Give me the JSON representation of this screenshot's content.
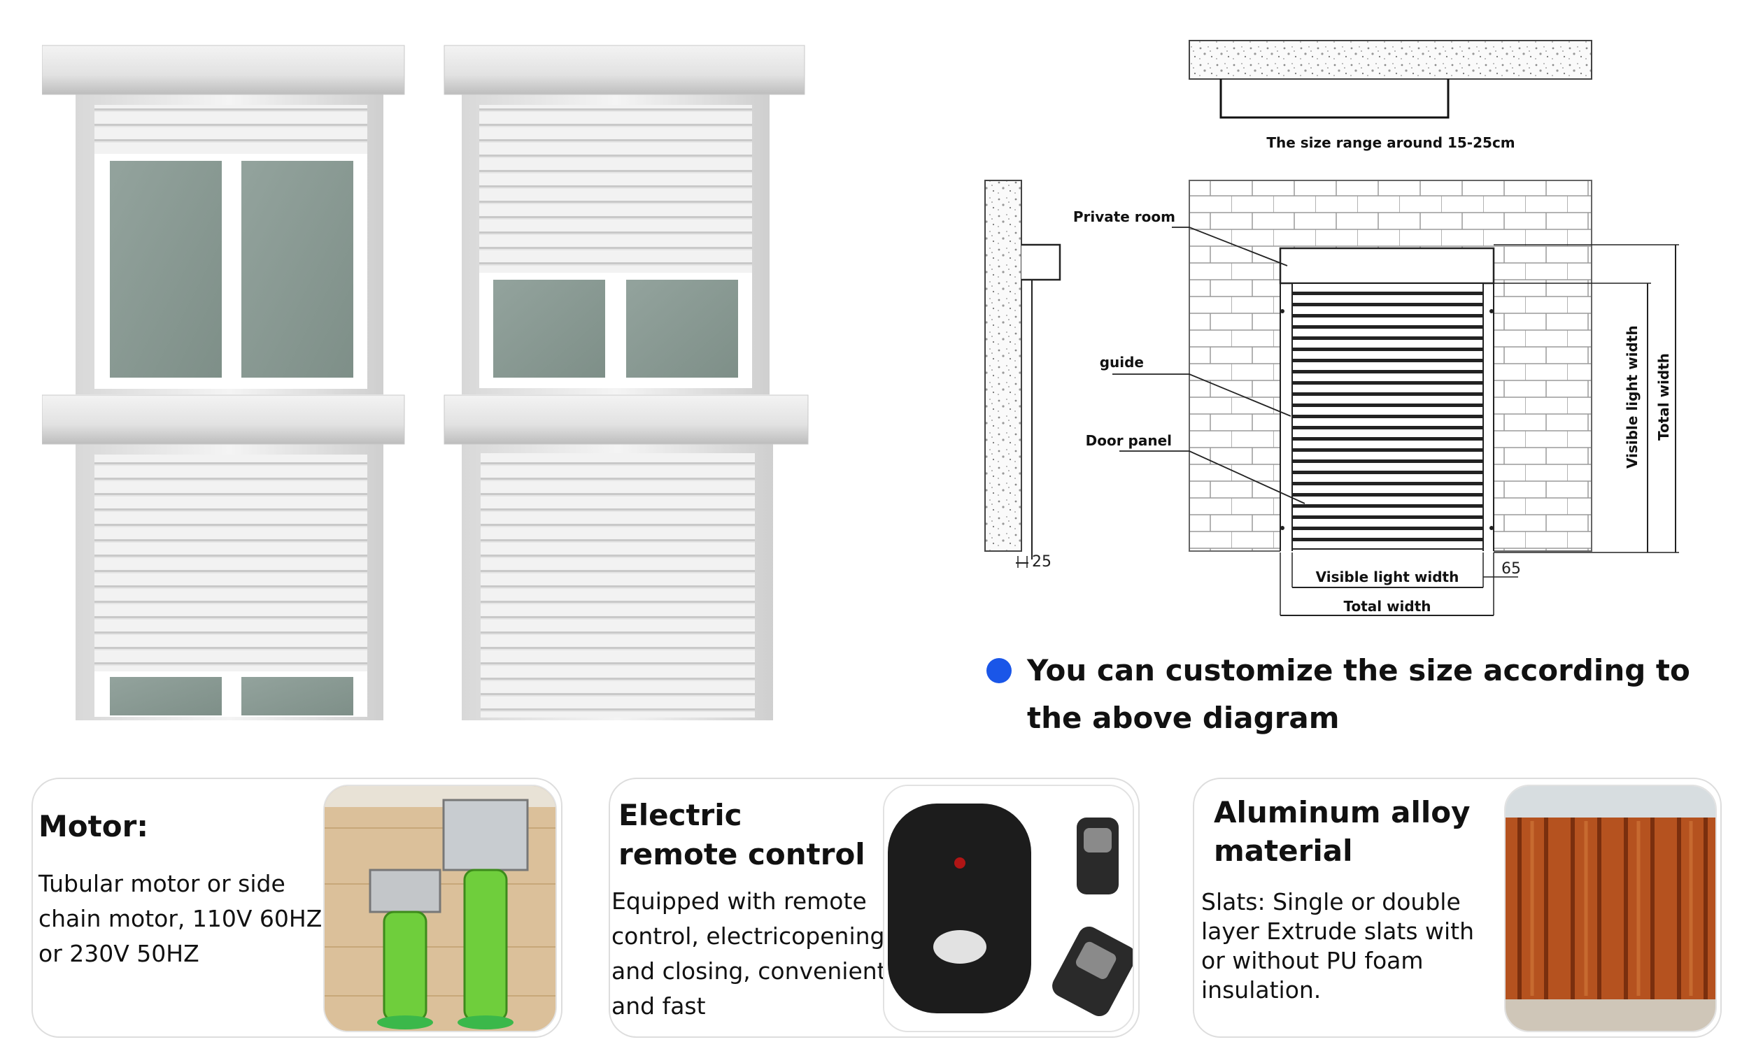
{
  "diagram": {
    "size_range_label": "The size range around 15-25cm",
    "private_room_label": "Private room",
    "guide_label": "guide",
    "door_panel_label": "Door panel",
    "visible_light_width_vertical": "Visible light width",
    "total_width_vertical": "Total width",
    "visible_light_width_bottom": "Visible light width",
    "total_width_bottom": "Total width",
    "dim_25": "25",
    "dim_65": "65"
  },
  "customize_note": "You can customize the size according to the above diagram",
  "colors": {
    "bullet": "#1a56e8",
    "motor_green": "#6fce3c",
    "slat_wood": "#b5521f"
  },
  "cards": {
    "motor": {
      "title": "Motor:",
      "body": "Tubular motor or side chain motor, 110V 60HZ or 230V 50HZ"
    },
    "remote": {
      "title_line1": "Electric",
      "title_line2": "remote control",
      "body": "Equipped with remote control, electricopening and closing, convenient and fast"
    },
    "aluminum": {
      "title_line1": "Aluminum alloy",
      "title_line2": "material",
      "body_lead": "Slats:",
      "body": "Single or double layer Extrude slats with or without PU foam insulation."
    }
  }
}
